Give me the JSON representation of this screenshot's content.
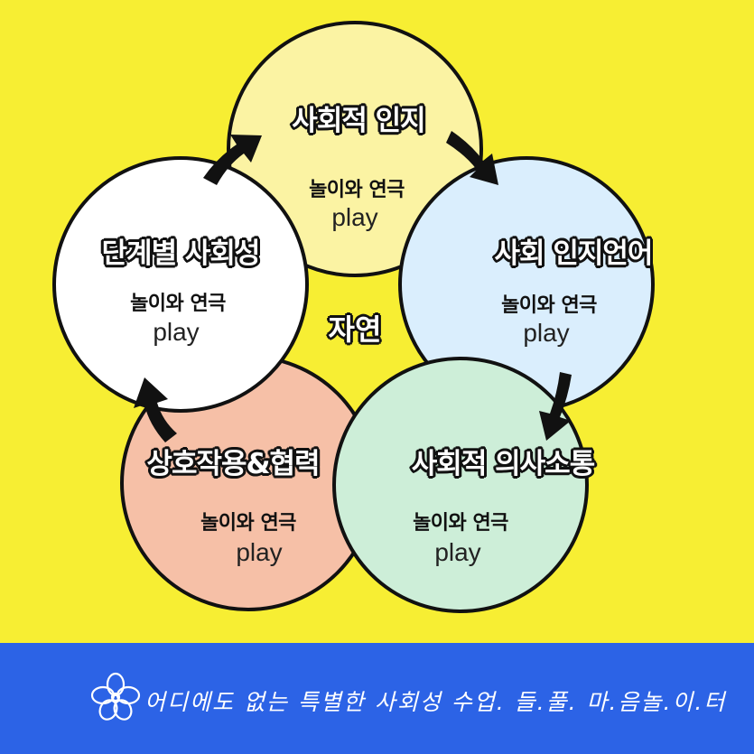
{
  "center": "자연",
  "circles": [
    {
      "title": "사회적 인지",
      "sub": "놀이와 연극",
      "play": "play",
      "color": "#fbf3a3"
    },
    {
      "title": "사회 인지언어",
      "sub": "놀이와 연극",
      "play": "play",
      "color": "#daeefd"
    },
    {
      "title": "사회적 의사소통",
      "sub": "놀이와 연극",
      "play": "play",
      "color": "#cdeed8"
    },
    {
      "title": "상호작용&협력",
      "sub": "놀이와 연극",
      "play": "play",
      "color": "#f6c0a7"
    },
    {
      "title": "단계별 사회성",
      "sub": "놀이와 연극",
      "play": "play",
      "color": "#ffffff"
    }
  ],
  "footer": {
    "icon": "flower-icon",
    "text": "어디에도 없는 특별한 사회성 수업. 들.풀. 마.음놀.이.터",
    "color": "#2c63e6"
  },
  "background": "#f7ee33"
}
